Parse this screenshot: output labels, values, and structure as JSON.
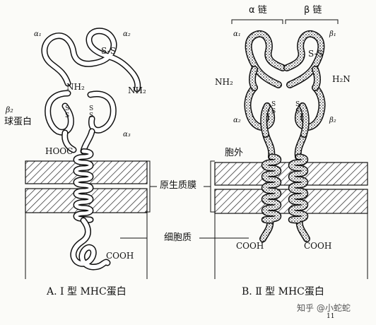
{
  "panel_a": {
    "alpha1": "α₁",
    "alpha2": "α₂",
    "alpha3": "α₃",
    "ss_top": "S-S",
    "nh2_left": "NH₂",
    "nh2_right": "NH₂",
    "beta2": "β₂",
    "globulin": "球蛋白",
    "hooc": "HOOC",
    "cooh": "COOH",
    "caption": "A. Ⅰ 型 MHC蛋白"
  },
  "panel_b": {
    "alpha_chain": "α 链",
    "beta_chain": "β 链",
    "alpha1": "α₁",
    "beta1": "β₁",
    "ss_top": "S-S",
    "nh2": "NH₂",
    "h2n": "H₂N",
    "alpha2": "α₂",
    "beta2": "β₂",
    "extracellular": "胞外",
    "cooh_left": "COOH",
    "cooh_right": "COOH",
    "caption": "B. Ⅱ 型 MHC蛋白"
  },
  "labels": {
    "plasma_membrane": "原生质膜",
    "cytoplasm": "细胞质"
  },
  "watermark": "知乎 @小蛇蛇",
  "page_number": "11"
}
